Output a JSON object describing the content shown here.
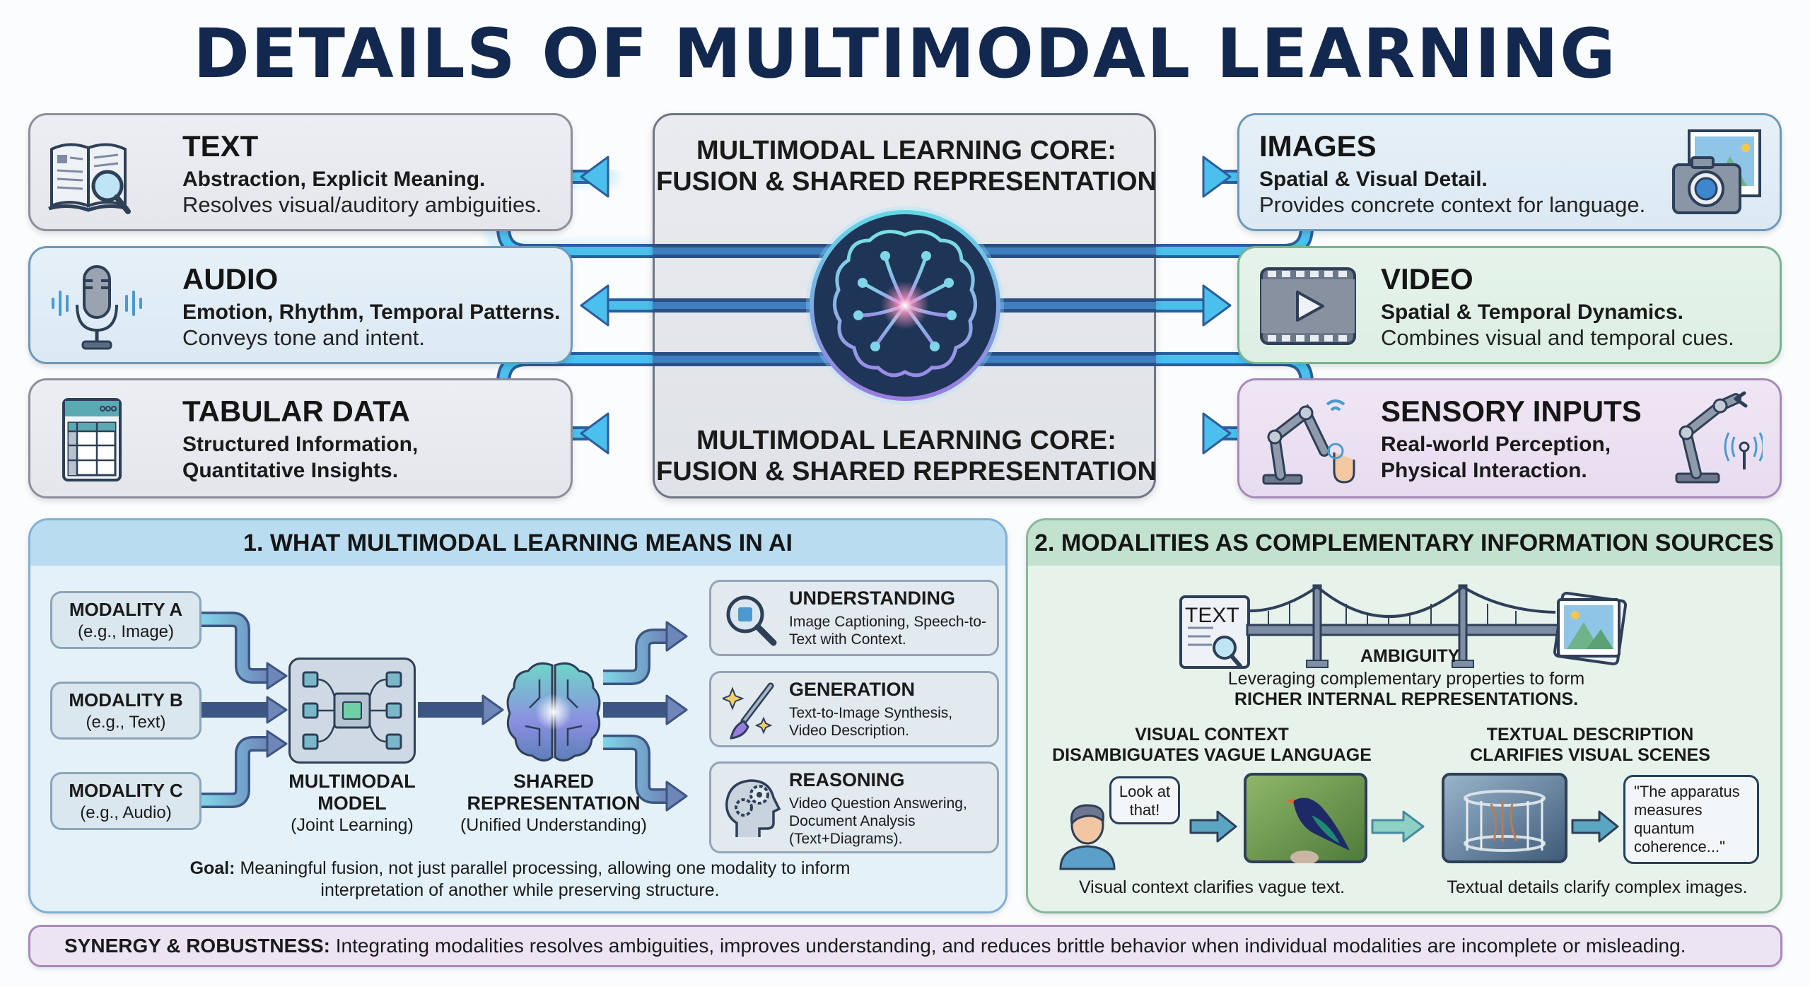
{
  "title": "DETAILS OF MULTIMODAL LEARNING",
  "colors": {
    "title": "#13284f",
    "arrow": "#3fa9e0",
    "orb": "#1f3557",
    "section1_header": "#b9dcf0",
    "section2_header": "#c2e2cf",
    "footer_bg": "#ece4f3"
  },
  "modalities_left": [
    {
      "icon": "book-magnifier-icon",
      "title": "TEXT",
      "bold": "Abstraction, Explicit Meaning.",
      "desc": "Resolves visual/auditory ambiguities."
    },
    {
      "icon": "microphone-icon",
      "title": "AUDIO",
      "bold": "Emotion, Rhythm, Temporal Patterns.",
      "desc": "Conveys tone and intent."
    },
    {
      "icon": "table-icon",
      "title": "TABULAR DATA",
      "bold": "Structured Information,",
      "bold2": "Quantitative Insights."
    }
  ],
  "modalities_right": [
    {
      "icon": "camera-photo-icon",
      "title": "IMAGES",
      "bold": "Spatial & Visual Detail.",
      "desc": "Provides concrete context for language."
    },
    {
      "icon": "video-play-icon",
      "title": "VIDEO",
      "bold": "Spatial & Temporal Dynamics.",
      "desc": "Combines visual and temporal cues."
    },
    {
      "icon": "robot-arm-icon",
      "title": "SENSORY INPUTS",
      "bold": "Real-world Perception,",
      "bold2": "Physical Interaction."
    }
  ],
  "core": {
    "line1": "MULTIMODAL LEARNING CORE:",
    "line2": "FUSION & SHARED REPRESENTATION",
    "icon": "brain-circuit-icon"
  },
  "section1": {
    "heading": "1. WHAT MULTIMODAL LEARNING MEANS IN AI",
    "inputs": [
      {
        "name": "MODALITY A",
        "example": "(e.g., Image)"
      },
      {
        "name": "MODALITY B",
        "example": "(e.g., Text)"
      },
      {
        "name": "MODALITY C",
        "example": "(e.g., Audio)"
      }
    ],
    "model": {
      "line1": "MULTIMODAL",
      "line2": "MODEL",
      "sub": "(Joint Learning)"
    },
    "shared": {
      "line1": "SHARED",
      "line2": "REPRESENTATION",
      "sub": "(Unified Understanding)"
    },
    "outputs": [
      {
        "icon": "puzzle-magnifier-icon",
        "title": "UNDERSTANDING",
        "desc": "Image Captioning, Speech-to-Text with Context."
      },
      {
        "icon": "paintbrush-sparkle-icon",
        "title": "GENERATION",
        "desc": "Text-to-Image Synthesis, Video Description."
      },
      {
        "icon": "head-gears-icon",
        "title": "REASONING",
        "desc": "Video Question Answering, Document Analysis (Text+Diagrams)."
      }
    ],
    "goal_label": "Goal:",
    "goal_text": "Meaningful fusion, not just parallel processing, allowing one modality to inform",
    "goal_text2": "interpretation of another while preserving structure."
  },
  "section2": {
    "heading": "2. MODALITIES AS COMPLEMENTARY INFORMATION SOURCES",
    "bridge_text_label": "TEXT",
    "bridge_label": "AMBIGUITY",
    "lead": "Leveraging complementary properties to form",
    "lead_bold": "RICHER INTERNAL REPRESENTATIONS.",
    "left": {
      "heading1": "VISUAL CONTEXT",
      "heading2": "DISAMBIGUATES VAGUE LANGUAGE",
      "speech": "Look at that!",
      "caption": "Visual context clarifies vague text."
    },
    "right": {
      "heading1": "TEXTUAL DESCRIPTION",
      "heading2": "CLARIFIES VISUAL SCENES",
      "speech": "\"The apparatus measures quantum coherence...\"",
      "caption": "Textual details clarify complex images."
    }
  },
  "footer": {
    "label": "SYNERGY & ROBUSTNESS:",
    "text": "Integrating modalities resolves ambiguities, improves understanding, and reduces brittle behavior when individual modalities are incomplete or misleading."
  }
}
